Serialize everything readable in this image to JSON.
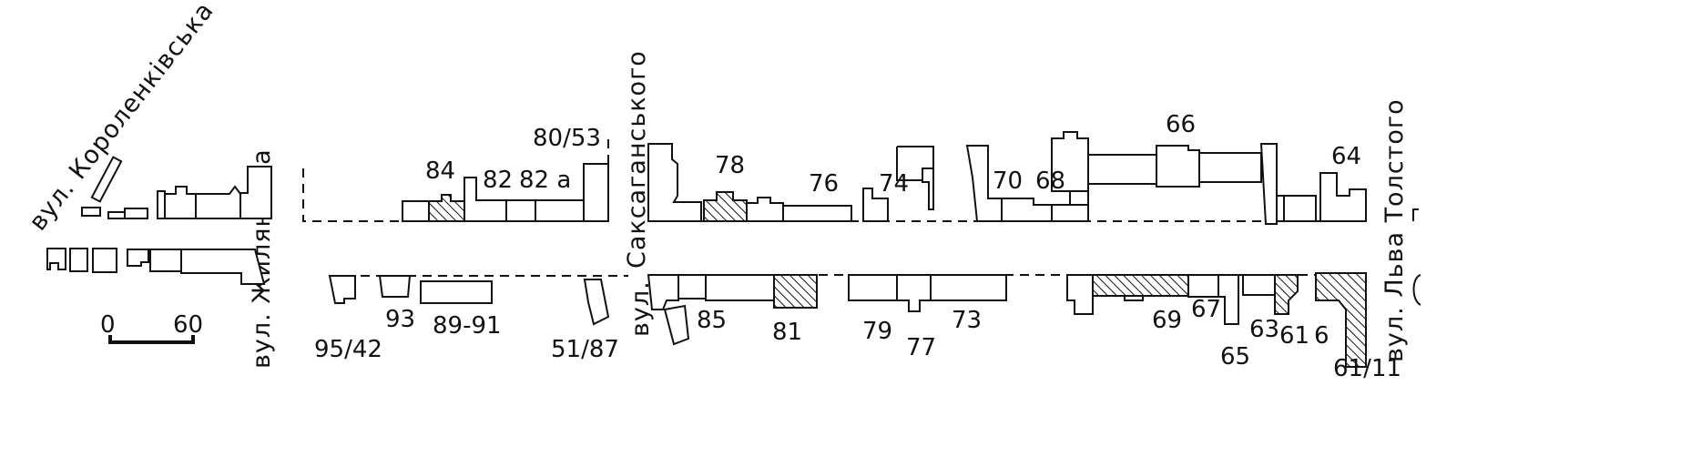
{
  "streets": {
    "korolenkivska": "вул. Короленківська",
    "zhylianska": "вул. Жилянська",
    "saksahanskoho_prefix": "вул.",
    "saksahanskoho_name": "Саксаганського",
    "lva_tolstoho": "вул. Льва Толстого"
  },
  "scale": {
    "start": "0",
    "end": "60"
  },
  "house_numbers": {
    "n84": "84",
    "n82": "82",
    "n82a": "82 а",
    "n80_53": "80/53",
    "n93": "93",
    "n89_91": "89-91",
    "n95_42": "95/42",
    "n51_87": "51/87",
    "n78": "78",
    "n76": "76",
    "n74": "74",
    "n70": "70",
    "n68": "68",
    "n66": "66",
    "n64": "64",
    "n85": "85",
    "n81": "81",
    "n79": "79",
    "n77": "77",
    "n73": "73",
    "n69": "69",
    "n67": "67",
    "n65": "65",
    "n63": "63",
    "n61": "61",
    "n6": "6",
    "n61_11": "61/11"
  },
  "colors": {
    "ink": "#111111",
    "paper": "#ffffff"
  }
}
